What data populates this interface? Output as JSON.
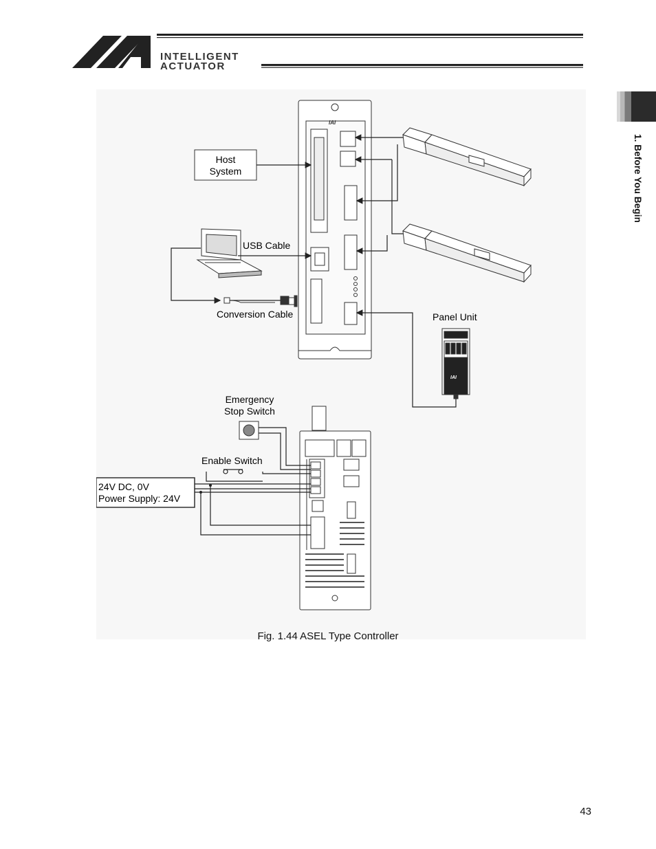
{
  "header": {
    "brand_line1": "INTELLIGENT",
    "brand_line2": "ACTUATOR"
  },
  "side_tab": {
    "label": "1. Before You Begin"
  },
  "figure": {
    "labels": {
      "host_system_line1": "Host",
      "host_system_line2": "System",
      "usb_cable": "USB Cable",
      "conversion_cable": "Conversion Cable",
      "panel_unit": "Panel Unit",
      "emergency_line1": "Emergency",
      "emergency_line2": "Stop Switch",
      "enable_switch": "Enable Switch",
      "power_line1": "24V DC, 0V",
      "power_line2": "Power Supply: 24V",
      "controller_logo": "IAI",
      "panel_logo": "IAI"
    },
    "caption": "Fig. 1.44 ASEL Type Controller"
  },
  "footer": {
    "page_number": "43"
  }
}
